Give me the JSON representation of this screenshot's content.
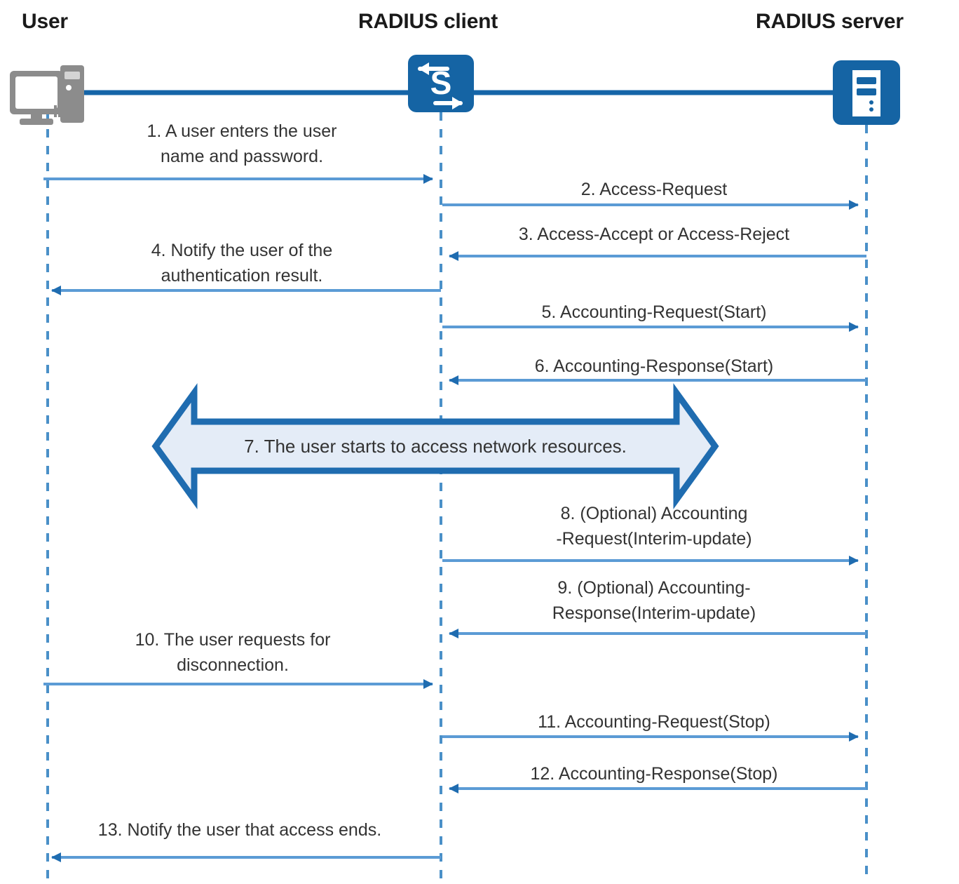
{
  "diagram": {
    "title_user": "User",
    "title_client": "RADIUS client",
    "title_server": "RADIUS server",
    "colors": {
      "node_fill": "#1564a4",
      "lifeline": "#4a90c8",
      "arrow_line": "#5b9bd5",
      "arrow_head": "#1f6cb0",
      "top_link": "#1565a8",
      "banner_fill": "#e4ecf7",
      "banner_stroke": "#1f6cb0",
      "pc_gray": "#8c8c8c",
      "text": "#333333",
      "title_text": "#1a1a1a"
    },
    "icons": {
      "user": "desktop-pc-icon",
      "client": "switch-icon",
      "server": "server-icon"
    },
    "messages": [
      {
        "id": 1,
        "label": "1. A user enters the user\nname and password.",
        "from": "user",
        "to": "client",
        "direction": "right"
      },
      {
        "id": 2,
        "label": "2. Access-Request",
        "from": "client",
        "to": "server",
        "direction": "right"
      },
      {
        "id": 3,
        "label": "3. Access-Accept or Access-Reject",
        "from": "server",
        "to": "client",
        "direction": "left"
      },
      {
        "id": 4,
        "label": "4. Notify the user of the\nauthentication result.",
        "from": "client",
        "to": "user",
        "direction": "left"
      },
      {
        "id": 5,
        "label": "5. Accounting-Request(Start)",
        "from": "client",
        "to": "server",
        "direction": "right"
      },
      {
        "id": 6,
        "label": "6. Accounting-Response(Start)",
        "from": "server",
        "to": "client",
        "direction": "left"
      },
      {
        "id": 8,
        "label": "8. (Optional) Accounting\n-Request(Interim-update)",
        "from": "client",
        "to": "server",
        "direction": "right"
      },
      {
        "id": 9,
        "label": "9. (Optional) Accounting-\nResponse(Interim-update)",
        "from": "server",
        "to": "client",
        "direction": "left"
      },
      {
        "id": 10,
        "label": "10. The user requests for\ndisconnection.",
        "from": "user",
        "to": "client",
        "direction": "right"
      },
      {
        "id": 11,
        "label": "11. Accounting-Request(Stop)",
        "from": "client",
        "to": "server",
        "direction": "right"
      },
      {
        "id": 12,
        "label": "12. Accounting-Response(Stop)",
        "from": "server",
        "to": "client",
        "direction": "left"
      },
      {
        "id": 13,
        "label": "13. Notify the user that access ends.",
        "from": "client",
        "to": "user",
        "direction": "left"
      }
    ],
    "banner": {
      "id": 7,
      "label": "7. The user starts to access network resources.",
      "style": "double-headed-arrow"
    }
  }
}
